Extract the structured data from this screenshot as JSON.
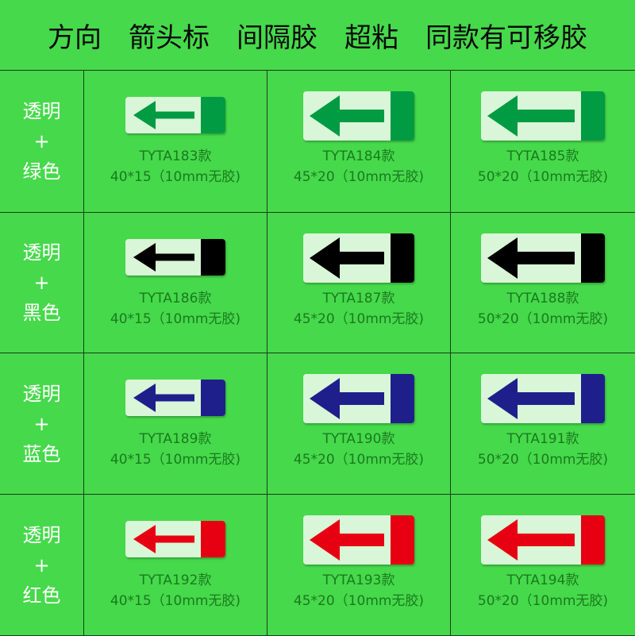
{
  "title": [
    "方向",
    "箭头标",
    "间隔胶",
    "超粘",
    "同款有可移胶"
  ],
  "rows": [
    {
      "side": [
        "透明",
        "+",
        "绿色"
      ],
      "color": "#009b42",
      "items": [
        {
          "model": "TYTA183款",
          "spec": "40*15（10mm无胶)",
          "size": "s"
        },
        {
          "model": "TYTA184款",
          "spec": "45*20（10mm无胶)",
          "size": "m"
        },
        {
          "model": "TYTA185款",
          "spec": "50*20（10mm无胶)",
          "size": "l"
        }
      ]
    },
    {
      "side": [
        "透明",
        "+",
        "黑色"
      ],
      "color": "#000000",
      "items": [
        {
          "model": "TYTA186款",
          "spec": "40*15（10mm无胶)",
          "size": "s"
        },
        {
          "model": "TYTA187款",
          "spec": "45*20（10mm无胶)",
          "size": "m"
        },
        {
          "model": "TYTA188款",
          "spec": "50*20（10mm无胶)",
          "size": "l"
        }
      ]
    },
    {
      "side": [
        "透明",
        "+",
        "蓝色"
      ],
      "color": "#1f1f8c",
      "items": [
        {
          "model": "TYTA189款",
          "spec": "40*15（10mm无胶)",
          "size": "s"
        },
        {
          "model": "TYTA190款",
          "spec": "45*20（10mm无胶)",
          "size": "m"
        },
        {
          "model": "TYTA191款",
          "spec": "50*20（10mm无胶)",
          "size": "l"
        }
      ]
    },
    {
      "side": [
        "透明",
        "+",
        "红色"
      ],
      "color": "#e60012",
      "items": [
        {
          "model": "TYTA192款",
          "spec": "40*15（10mm无胶)",
          "size": "s"
        },
        {
          "model": "TYTA193款",
          "spec": "45*20（10mm无胶)",
          "size": "m"
        },
        {
          "model": "TYTA194款",
          "spec": "50*20（10mm无胶)",
          "size": "l"
        }
      ]
    }
  ]
}
